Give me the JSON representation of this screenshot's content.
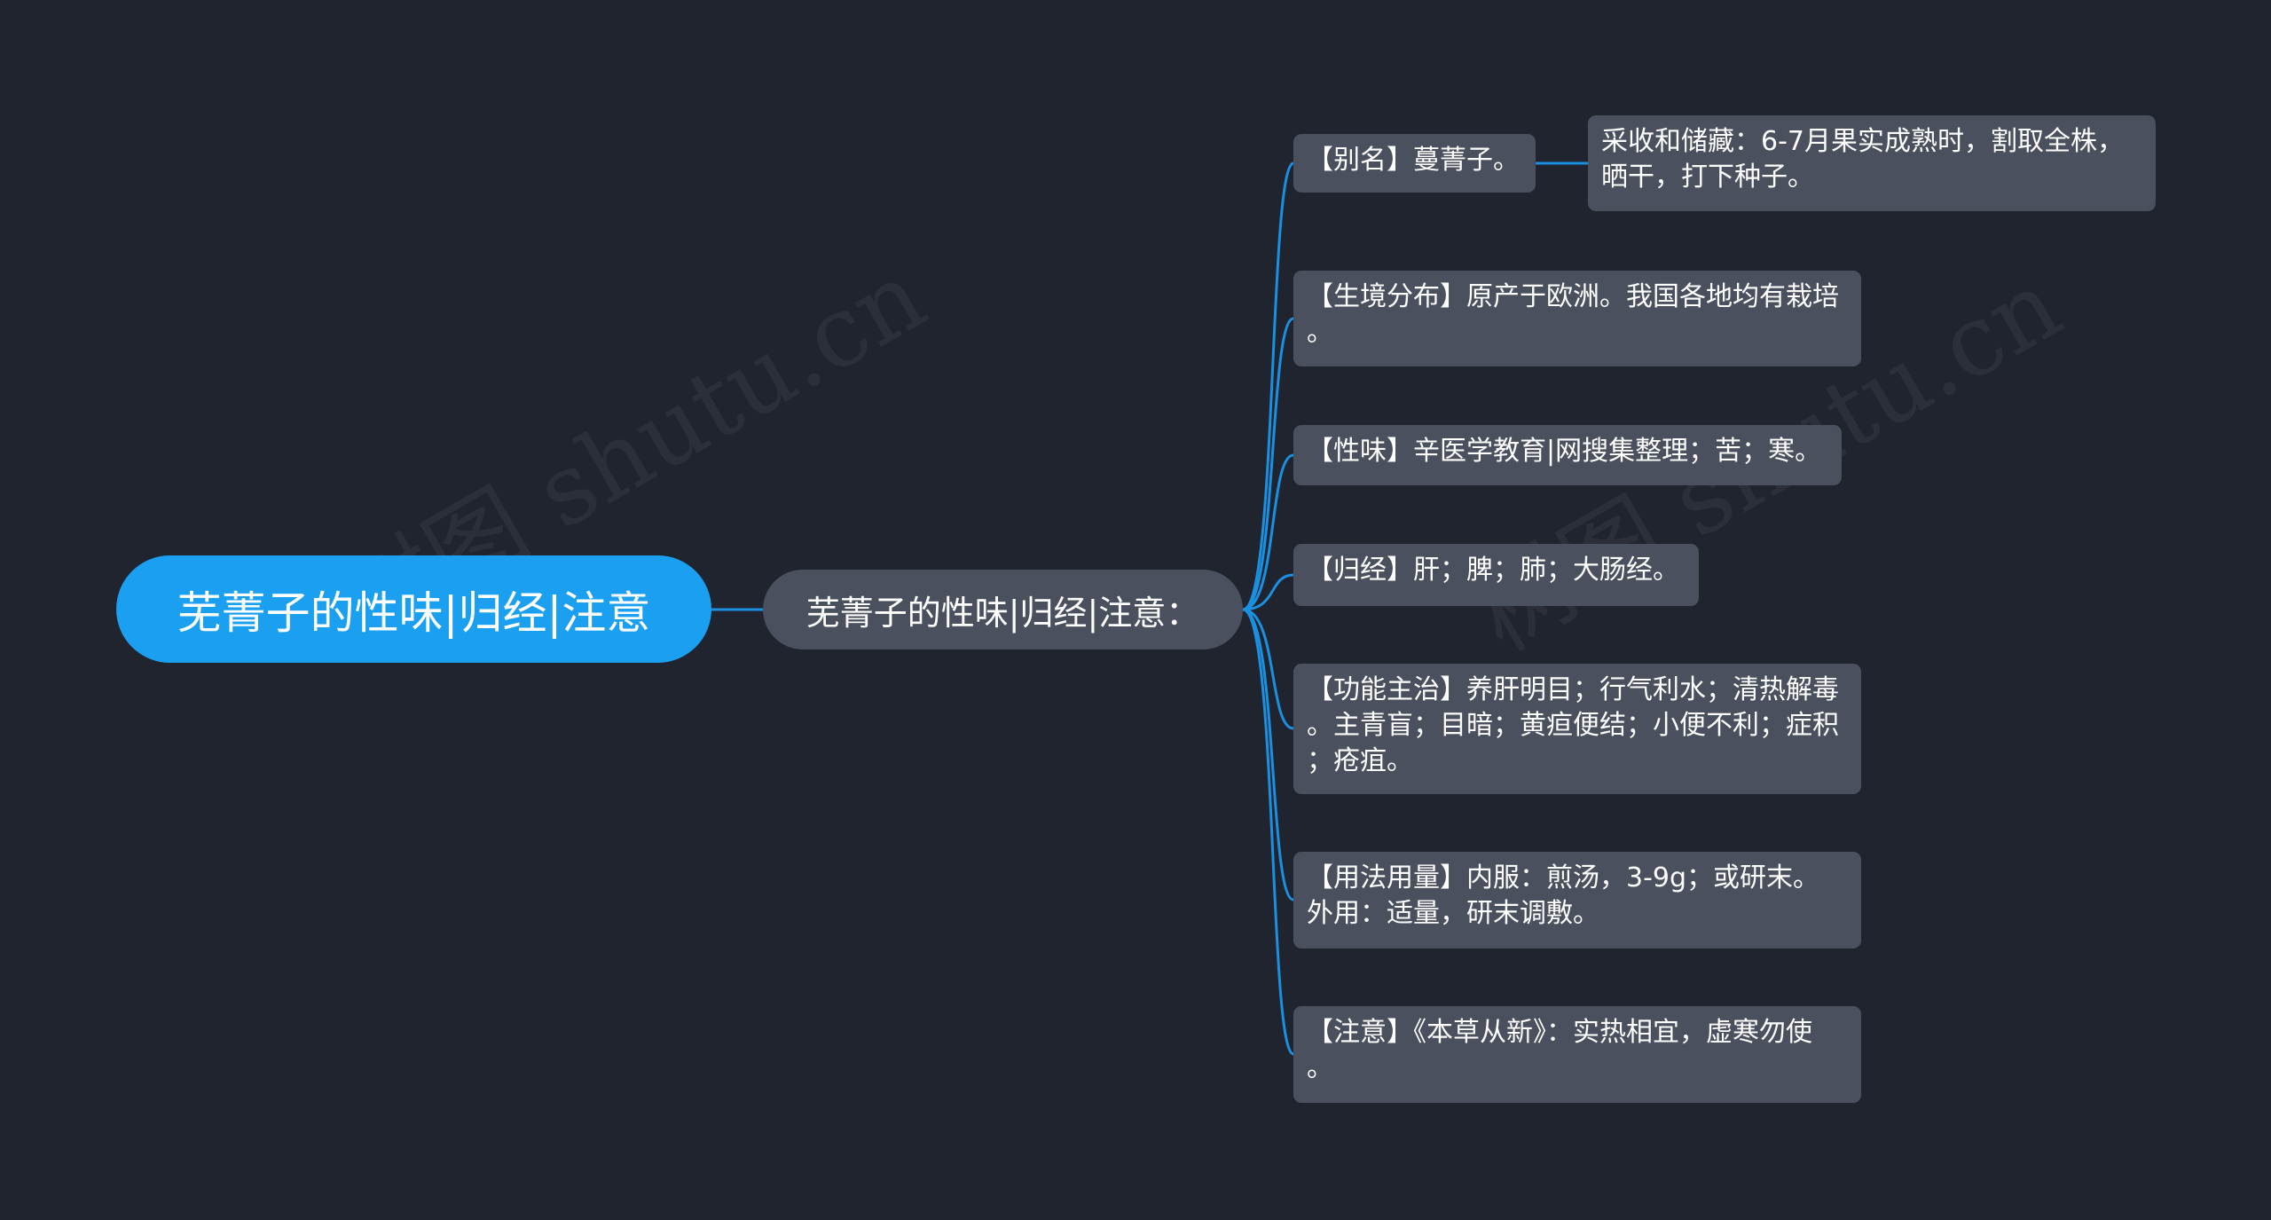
{
  "root": {
    "label": "芜菁子的性味|归经|注意"
  },
  "topic": {
    "label": "芜菁子的性味|归经|注意："
  },
  "branches": [
    {
      "label": "【别名】蔓菁子。"
    },
    {
      "label": "【生境分布】原产于欧洲。我国各地均有栽培\n。"
    },
    {
      "label": "【性味】辛医学教育|网搜集整理；苦；寒。"
    },
    {
      "label": "【归经】肝；脾；肺；大肠经。"
    },
    {
      "label": "【功能主治】养肝明目；行气利水；清热解毒\n。主青盲；目暗；黄疸便结；小便不利；症积\n；疮疽。"
    },
    {
      "label": "【用法用量】内服：煎汤，3-9g；或研末。\n外用：适量，研末调敷。"
    },
    {
      "label": "【注意】《本草从新》：实热相宜，虚寒勿使\n。"
    }
  ],
  "sub_branch": {
    "label": "采收和储藏：6-7月果实成熟时，割取全株，\n晒干，打下种子。"
  },
  "watermark": "树图 shutu.cn",
  "colors": {
    "background": "#20242f",
    "root": "#1b9ff0",
    "node": "#4b505f",
    "line": "#1b8fe0",
    "text": "#ffffff"
  }
}
